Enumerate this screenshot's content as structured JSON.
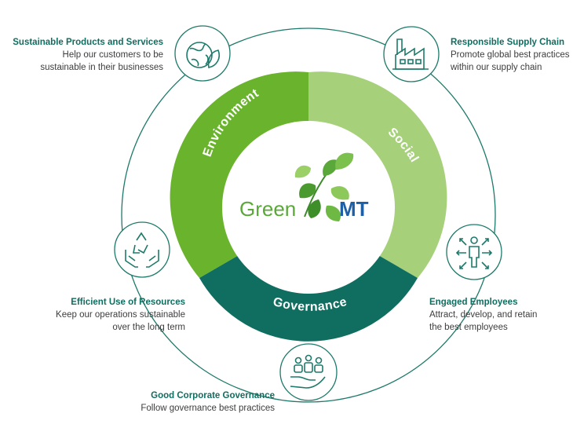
{
  "segments": {
    "environment": "Environment",
    "social": "Social",
    "governance": "Governance"
  },
  "logo": {
    "word1": "Green",
    "word2": "MT"
  },
  "pillars": {
    "sustainable_products": {
      "title": "Sustainable Products and Services",
      "desc1": "Help our customers to be",
      "desc2": "sustainable in their businesses",
      "icon": "globe-leaf-icon"
    },
    "supply_chain": {
      "title": "Responsible Supply Chain",
      "desc1": "Promote global best practices",
      "desc2": "within our supply chain",
      "icon": "factory-icon"
    },
    "resources": {
      "title": "Efficient Use of Resources",
      "desc1": "Keep our operations sustainable",
      "desc2": "over the long term",
      "icon": "recycle-hands-icon"
    },
    "employees": {
      "title": "Engaged Employees",
      "desc1": "Attract, develop, and retain",
      "desc2": "the best employees",
      "icon": "person-arrows-icon"
    },
    "governance": {
      "title": "Good Corporate Governance",
      "desc1": "Follow governance best practices",
      "icon": "people-hand-icon"
    }
  },
  "colors": {
    "environment": "#6ab42d",
    "social": "#a6d17a",
    "governance": "#0f6e60",
    "title_text": "#0f6e60",
    "logo_mt": "#1f5fa6",
    "icon_stroke": "#1d7a6a"
  }
}
